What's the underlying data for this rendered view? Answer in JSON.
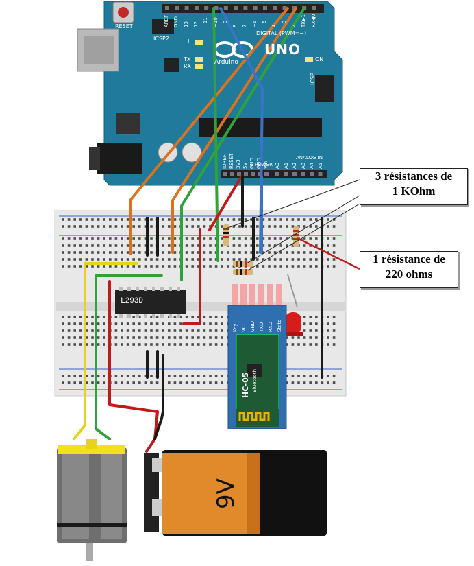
{
  "arduino": {
    "model_text": "UNO",
    "brand_text": "Arduino",
    "reset_label": "RESET",
    "icsp2_label": "ICSP2",
    "icsp_label": "ICSP",
    "led_l": "L",
    "led_tx": "TX",
    "led_rx": "RX",
    "led_on": "ON",
    "digital_label": "DIGITAL (PWM=~)",
    "power_label": "POWER",
    "analog_label": "ANALOG IN",
    "pins_top": [
      "AREF",
      "GND",
      "13",
      "12",
      "~11",
      "~10",
      "~9",
      "8",
      "7",
      "~6",
      "~5",
      "4",
      "~3",
      "2",
      "TX▶1",
      "RX◀0"
    ],
    "pins_power": [
      "IOREF",
      "RESET",
      "3V3",
      "5V",
      "GND",
      "GND",
      "Vin"
    ],
    "pins_analog": [
      "A0",
      "A1",
      "A2",
      "A3",
      "A4",
      "A5"
    ],
    "board_color": "#1f7a9b"
  },
  "driver_chip": {
    "label": "L293D"
  },
  "bluetooth": {
    "module": "HC-05",
    "sub": "Bluetooth",
    "pins": [
      "Key",
      "VCC",
      "GND",
      "TXD",
      "RXD",
      "State"
    ],
    "color": "#2f6fb0"
  },
  "battery": {
    "label": "9V"
  },
  "callouts": {
    "resistors_1k": {
      "line1": "3 résistances de",
      "line2": "1 KOhm"
    },
    "resistor_220": {
      "line1": "1 résistance de",
      "line2": "220 ohms"
    }
  },
  "wire_colors": {
    "orange": "#d9731f",
    "green": "#2ea33a",
    "blue": "#3a74c9",
    "red": "#c21a1a",
    "black": "#1a1a1a",
    "yellow": "#e8d21e"
  }
}
